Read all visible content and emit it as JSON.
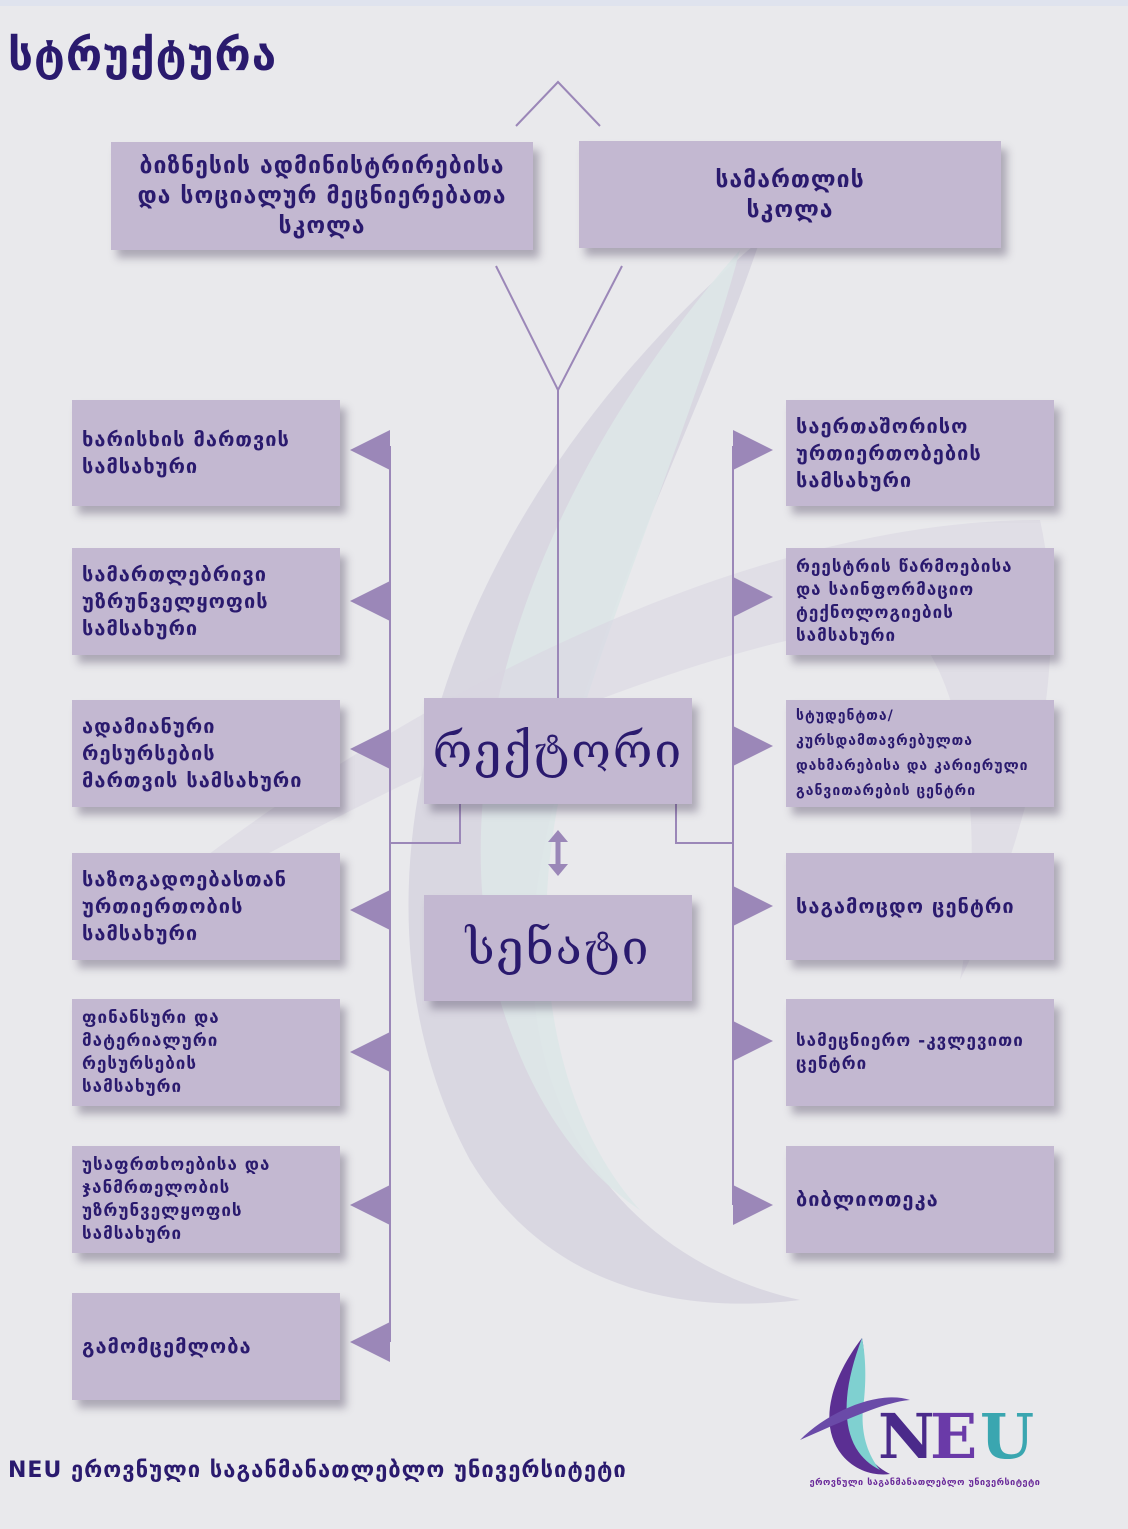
{
  "title": "სტრუქტურა",
  "schools": [
    "ბიზნესის ადმინისტრირებისა\nდა სოციალურ მეცნიერებათა\nსკოლა",
    "სამართლის\nსკოლა"
  ],
  "rector": "რექტორი",
  "senate": "სენატი",
  "left_departments": [
    "ხარისხის მართვის\nსამსახური",
    "სამართლებრივი\nუზრუნველყოფის\nსამსახური",
    "ადამიანური\nრესურსების\nმართვის სამსახური",
    "საზოგადოებასთან\nურთიერთობის\nსამსახური",
    "ფინანსური და\nმატერიალური\nრესურსების\nსამსახური",
    "უსაფრთხოებისა და\nჯანმრთელობის\nუზრუნველყოფის\nსამსახური",
    "გამომცემლობა"
  ],
  "right_departments": [
    "საერთაშორისო\nურთიერთობების\nსამსახური",
    "რეესტრის წარმოებისა\nდა საინფორმაციო\nტექნოლოგიების\nსამსახური",
    "სტუდენტთა/\nკურსდამთავრებულთა\nდახმარებისა და კარიერული\nგანვითარების ცენტრი",
    "საგამოცდო ცენტრი",
    "სამეცნიერო -კვლევითი\nცენტრი",
    "ბიბლიოთეკა"
  ],
  "footer": "NEU ეროვნული საგანმანათლებლო უნივერსიტეტი",
  "logo": {
    "text": "NEU",
    "subtitle": "ეროვნული საგანმანათლებლო უნივერსიტეტი"
  },
  "colors": {
    "background": "#e9e9ec",
    "box": "#c3b8d1",
    "text": "#2a1a6e",
    "line": "#9b87b8"
  }
}
